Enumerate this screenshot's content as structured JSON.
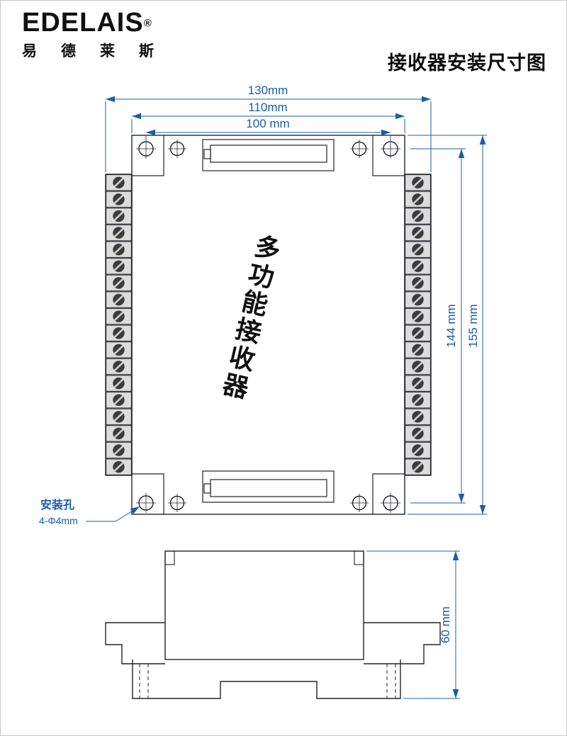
{
  "header": {
    "brand": "EDELAIS",
    "registered": "®",
    "brand_cn": "易德莱斯",
    "title": "接收器安装尺寸图"
  },
  "top_view": {
    "center_label": "多功能接收器",
    "dims": {
      "outer_width": "130mm",
      "body_width": "110mm",
      "hole_span_h": "100 mm",
      "hole_span_v": "144 mm",
      "body_height": "155 mm"
    },
    "callout": {
      "label": "安装孔",
      "spec": "4-Φ4mm"
    }
  },
  "side_view": {
    "dims": {
      "height": "60 mm"
    }
  },
  "colors": {
    "dimension_blue": "#1b5ca8",
    "line_dark": "#23232b",
    "terminal_fill": "#dcdcdc",
    "screw_dark": "#3c3c3c"
  }
}
